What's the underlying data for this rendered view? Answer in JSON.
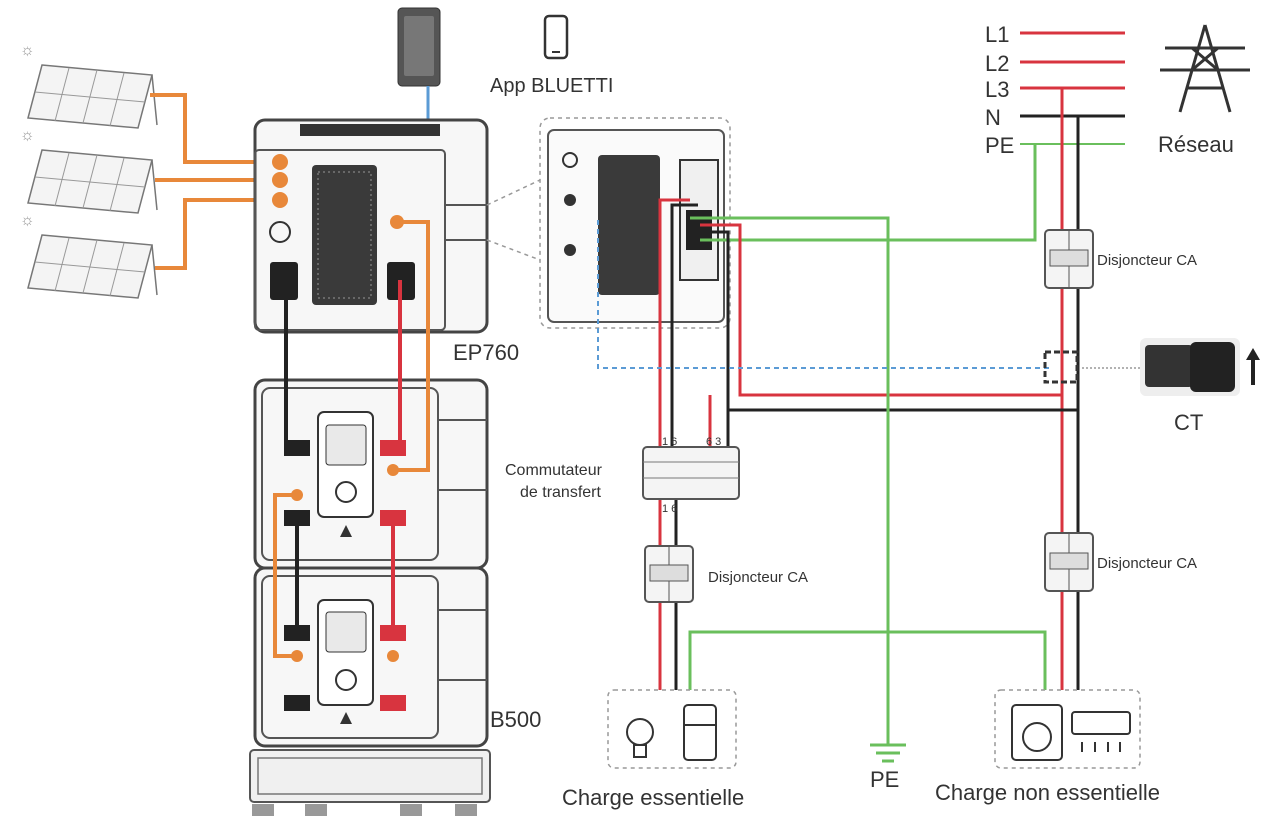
{
  "app": {
    "label": "App BLUETTI"
  },
  "grid": {
    "lines": [
      {
        "label": "L1",
        "color": "#d8343f"
      },
      {
        "label": "L2",
        "color": "#d8343f"
      },
      {
        "label": "L3",
        "color": "#d8343f"
      },
      {
        "label": "N",
        "color": "#222222"
      },
      {
        "label": "PE",
        "color": "#6abf5c"
      }
    ],
    "label": "Réseau"
  },
  "devices": {
    "inverter": "EP760",
    "battery": "B500",
    "transfer_switch_line1": "Commutateur",
    "transfer_switch_line2": "de transfert",
    "ct": "CT"
  },
  "breakers": {
    "grid_side": "Disjoncteur CA",
    "non_essential_side": "Disjoncteur CA",
    "essential_side": "Disjoncteur CA"
  },
  "loads": {
    "essential": "Charge essentielle",
    "non_essential": "Charge non essentielle",
    "ground": "PE"
  },
  "switch_terminals": {
    "top_left": "1 6",
    "top_right": "6 3",
    "bottom": "1 6"
  },
  "colors": {
    "solar": "#e8883a",
    "live": "#d8343f",
    "neutral": "#222222",
    "earth": "#6abf5c",
    "comm": "#5b9bd5"
  }
}
